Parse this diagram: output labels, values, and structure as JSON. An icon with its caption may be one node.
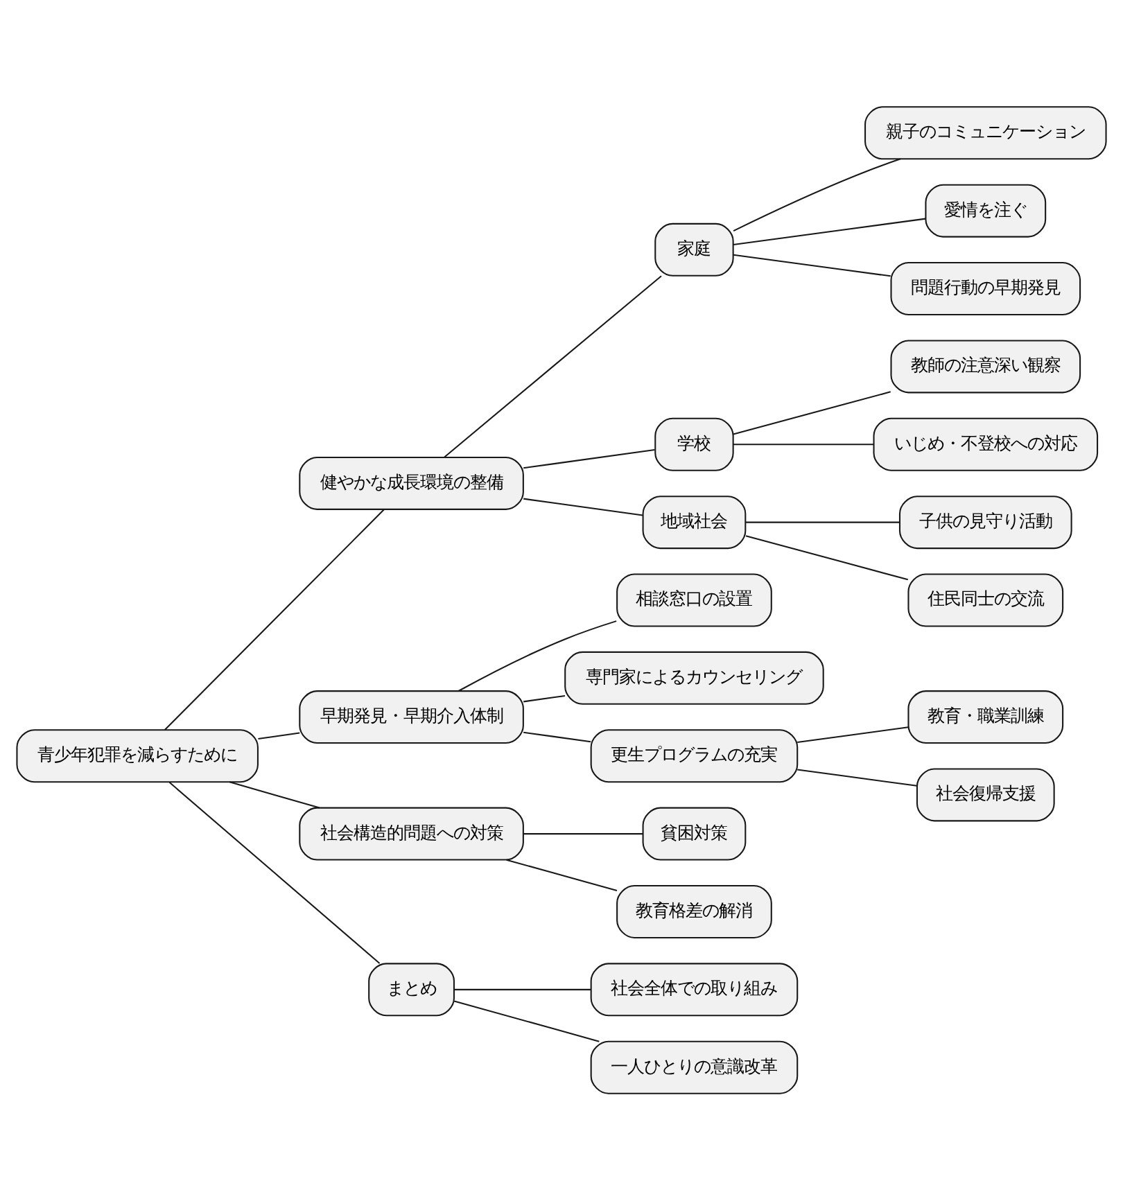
{
  "diagram": {
    "nodes": [
      {
        "text": [
          "青少年犯罪を減らすために"
        ]
      },
      {
        "text": [
          "健やかな成長環境の整備"
        ]
      },
      {
        "text": [
          "家庭"
        ]
      },
      {
        "text": [
          "親子のコミュニケーション"
        ]
      },
      {
        "text": [
          "愛情を注ぐ"
        ]
      },
      {
        "text": [
          "問題行動の早期発見"
        ]
      },
      {
        "text": [
          "学校"
        ]
      },
      {
        "text": [
          "教師の注意深い観察"
        ]
      },
      {
        "text": [
          "いじめ・不登校への対応"
        ]
      },
      {
        "text": [
          "地域社会"
        ]
      },
      {
        "text": [
          "子供の見守り活動"
        ]
      },
      {
        "text": [
          "住民同士の交流"
        ]
      },
      {
        "text": [
          "早期発見・早期介入体制"
        ]
      },
      {
        "text": [
          "相談窓口の設置"
        ]
      },
      {
        "text": [
          "専門家によるカウンセリング"
        ]
      },
      {
        "text": [
          "更生プログラムの充実"
        ]
      },
      {
        "text": [
          "教育・職業訓練"
        ]
      },
      {
        "text": [
          "社会復帰支援"
        ]
      },
      {
        "text": [
          "社会構造的問題への対策"
        ]
      },
      {
        "text": [
          "貧困対策"
        ]
      },
      {
        "text": [
          "教育格差の解消"
        ]
      },
      {
        "text": [
          "まとめ"
        ]
      },
      {
        "text": [
          "社会全体での取り組み"
        ]
      },
      {
        "text": [
          "一人ひとりの意識改革"
        ]
      }
    ],
    "edges": [
      {
        "from": 0,
        "to": 1,
        "arrow": "none"
      },
      {
        "from": 1,
        "to": 2,
        "arrow": "none"
      },
      {
        "from": 2,
        "to": 3,
        "arrow": "none"
      },
      {
        "from": 2,
        "to": 4,
        "arrow": "none"
      },
      {
        "from": 2,
        "to": 5,
        "arrow": "none"
      },
      {
        "from": 1,
        "to": 6,
        "arrow": "none"
      },
      {
        "from": 6,
        "to": 7,
        "arrow": "none"
      },
      {
        "from": 6,
        "to": 8,
        "arrow": "none"
      },
      {
        "from": 1,
        "to": 9,
        "arrow": "none"
      },
      {
        "from": 9,
        "to": 10,
        "arrow": "none"
      },
      {
        "from": 9,
        "to": 11,
        "arrow": "none"
      },
      {
        "from": 0,
        "to": 12,
        "arrow": "none"
      },
      {
        "from": 12,
        "to": 13,
        "arrow": "none"
      },
      {
        "from": 12,
        "to": 14,
        "arrow": "none"
      },
      {
        "from": 12,
        "to": 15,
        "arrow": "none"
      },
      {
        "from": 15,
        "to": 16,
        "arrow": "none"
      },
      {
        "from": 15,
        "to": 17,
        "arrow": "none"
      },
      {
        "from": 0,
        "to": 18,
        "arrow": "none"
      },
      {
        "from": 18,
        "to": 19,
        "arrow": "none"
      },
      {
        "from": 18,
        "to": 20,
        "arrow": "none"
      },
      {
        "from": 0,
        "to": 21,
        "arrow": "none"
      },
      {
        "from": 21,
        "to": 22,
        "arrow": "none"
      },
      {
        "from": 21,
        "to": 23,
        "arrow": "none"
      }
    ]
  }
}
